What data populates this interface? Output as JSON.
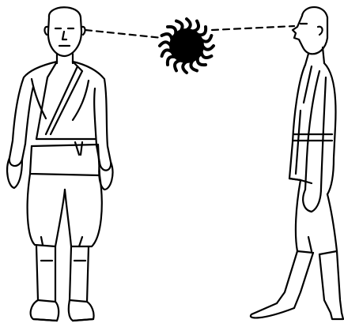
{
  "scene": {
    "background": "#ffffff",
    "ink": "#000000",
    "figures": [
      {
        "id": "front",
        "view": "front",
        "description_icon": "standing-figure-front"
      },
      {
        "id": "side",
        "view": "profile-facing-left",
        "description_icon": "walking-figure-side"
      }
    ],
    "sun_icon": "sun-icon",
    "sight_line": "dashed"
  }
}
